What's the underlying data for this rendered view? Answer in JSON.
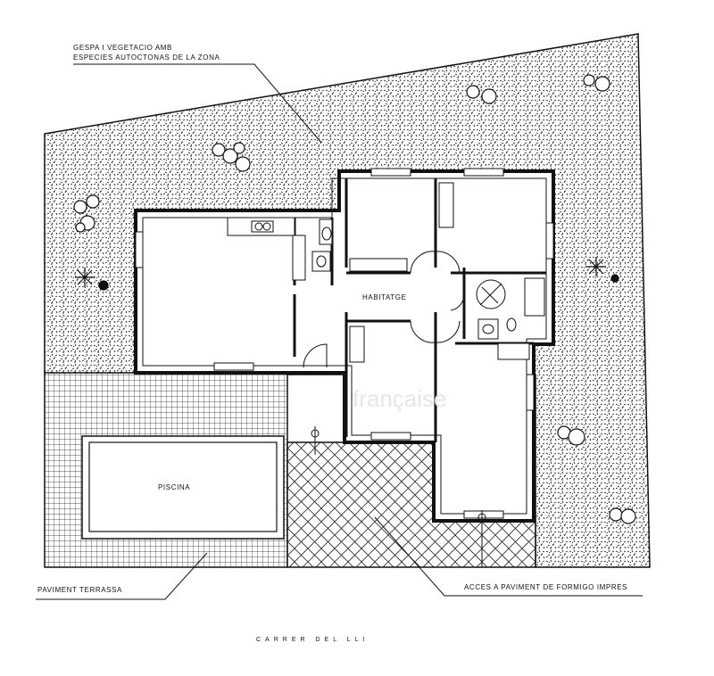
{
  "labels": {
    "vegetation_line1": "GESPA I VEGETACIO AMB",
    "vegetation_line2": "ESPECIES AUTOCTONAS DE LA ZONA",
    "habitatge": "HABITATGE",
    "piscina": "PISCINA",
    "paviment_terrassa": "PAVIMENT TERRASSA",
    "acces_paviment": "ACCES A PAVIMENT DE FORMIGO IMPRES",
    "street": "CARRER DEL LLI",
    "watermark": "française"
  },
  "colors": {
    "line": "#111111",
    "background": "#ffffff",
    "watermark": "#e6e6e6"
  }
}
